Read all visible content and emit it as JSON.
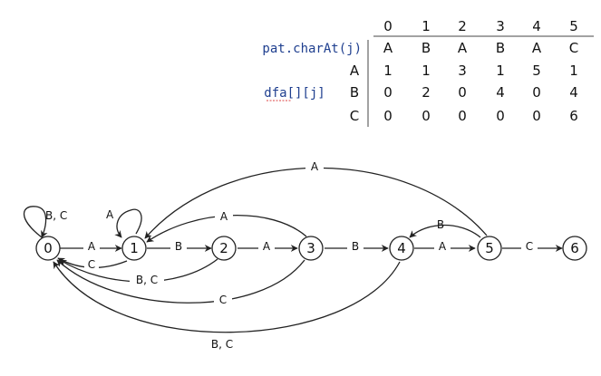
{
  "table": {
    "column_headers": [
      "0",
      "1",
      "2",
      "3",
      "4",
      "5"
    ],
    "pattern_label": "pat.charAt(j)",
    "pattern_chars": [
      "A",
      "B",
      "A",
      "B",
      "A",
      "C"
    ],
    "dfa_label": "dfa[][j]",
    "rows": [
      {
        "char": "A",
        "values": [
          "1",
          "1",
          "3",
          "1",
          "5",
          "1"
        ]
      },
      {
        "char": "B",
        "values": [
          "0",
          "2",
          "0",
          "4",
          "0",
          "4"
        ]
      },
      {
        "char": "C",
        "values": [
          "0",
          "0",
          "0",
          "0",
          "0",
          "6"
        ]
      }
    ]
  },
  "diagram": {
    "states": [
      "0",
      "1",
      "2",
      "3",
      "4",
      "5",
      "6"
    ],
    "edge_labels": {
      "s0_loop": "B, C",
      "s1_loop": "A",
      "s0_s1": "A",
      "s1_s0": "C",
      "s1_s2": "B",
      "s2_s0": "B, C",
      "s2_s3": "A",
      "s3_s1": "A",
      "s3_s0": "C",
      "s3_s4": "B",
      "s4_s5": "A",
      "s4_s0": "B, C",
      "s5_s4": "B",
      "s5_s1": "A",
      "s5_s6": "C"
    }
  }
}
